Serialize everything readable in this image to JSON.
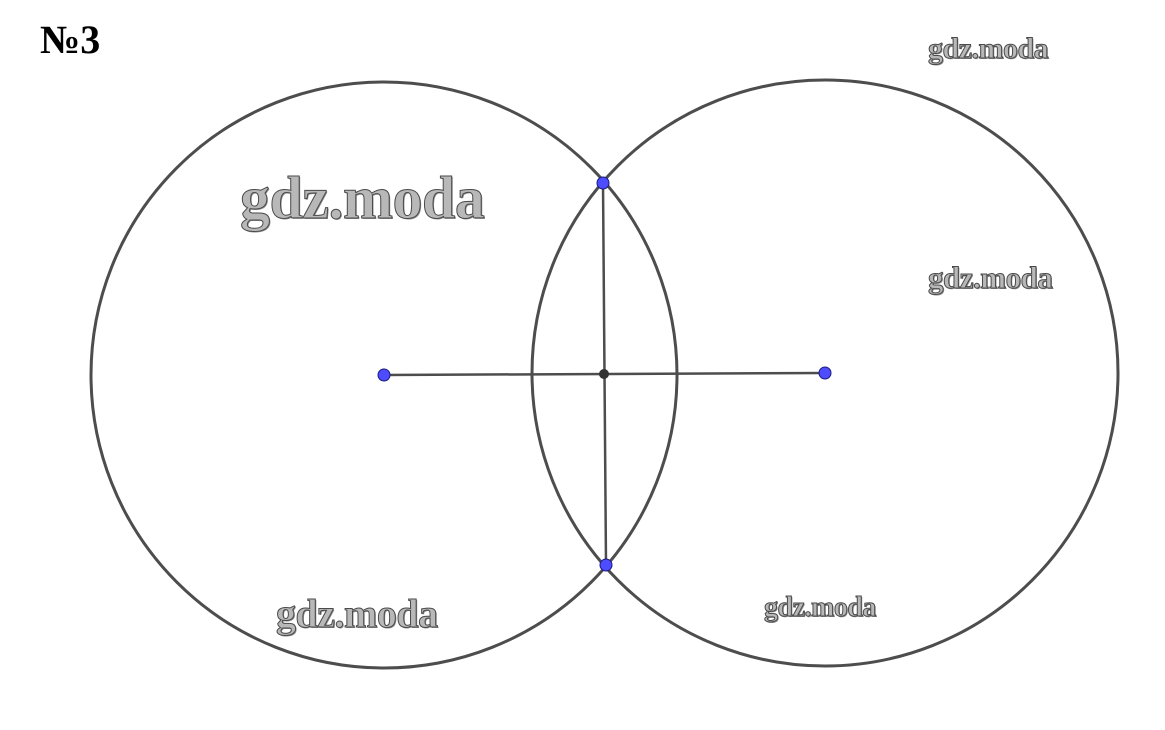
{
  "problem_label": "№3",
  "watermarks": {
    "top_right": "gdz.moda",
    "big": "gdz.moda",
    "mid_right": "gdz.moda",
    "bottom_left": "gdz.moda",
    "bottom_right": "gdz.moda"
  },
  "colors": {
    "stroke": "#4d4d4d",
    "point": "#4d4dff",
    "point_outline": "#1a1a80",
    "midpoint": "#333333"
  }
}
